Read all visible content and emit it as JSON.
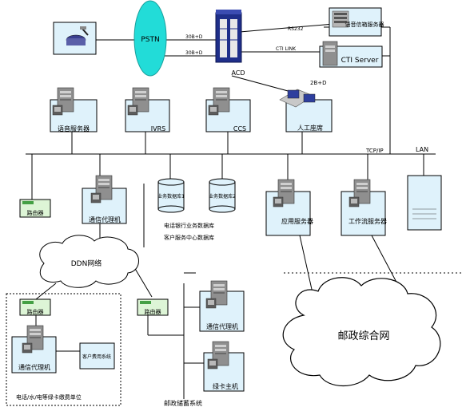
{
  "labels": {
    "pstn": "PSTN",
    "acd": "ACD",
    "line_30bd_top": "30B+D",
    "line_30bd_bottom": "30B+D",
    "line_rs232": "RS232",
    "line_ctilink": "CTI LINK",
    "line_2bd": "2B+D",
    "voice_card_server": "语音信箱服务器",
    "cti_server": "CTI Server",
    "voice_server": "语音服务器",
    "ivrs": "IVRS",
    "ccs": "CCS",
    "agent_seat": "人工座席",
    "tcpip": "TCP/IP",
    "lan": "LAN",
    "router_left": "路由器",
    "comm_proxy_top": "通信代理机",
    "db1": "业务数据库1",
    "db2": "业务数据库2",
    "db_caption_1": "电话银行业务数据库",
    "db_caption_2": "客户服务中心数据库",
    "app_server": "应用服务器",
    "workflow_server": "工作流服务器",
    "ddn": "DDN网络",
    "router_bottom_left": "路由器",
    "router_center": "路由器",
    "comm_proxy_bottom_left": "通信代理机",
    "customer_system": "客户费用系统",
    "comm_proxy_right": "通信代理机",
    "green_card_host": "绿卡主机",
    "postal_network": "邮政综合网",
    "utility_unit": "电话/水/电等绿卡缴费单位",
    "postal_savings": "邮政储蓄系统"
  },
  "colors": {
    "pstn_fill": "#22dcd8",
    "box_fill": "#dff2fb",
    "router_fill": "#ddf5d6",
    "server_gray": "#8f8f8f",
    "acd_blue": "#1f2f8a"
  },
  "icons": {
    "phone": "telephone-icon",
    "server": "server-icon",
    "database": "database-cylinder-icon",
    "cloud": "cloud-icon",
    "switch": "acd-switch-icon"
  }
}
